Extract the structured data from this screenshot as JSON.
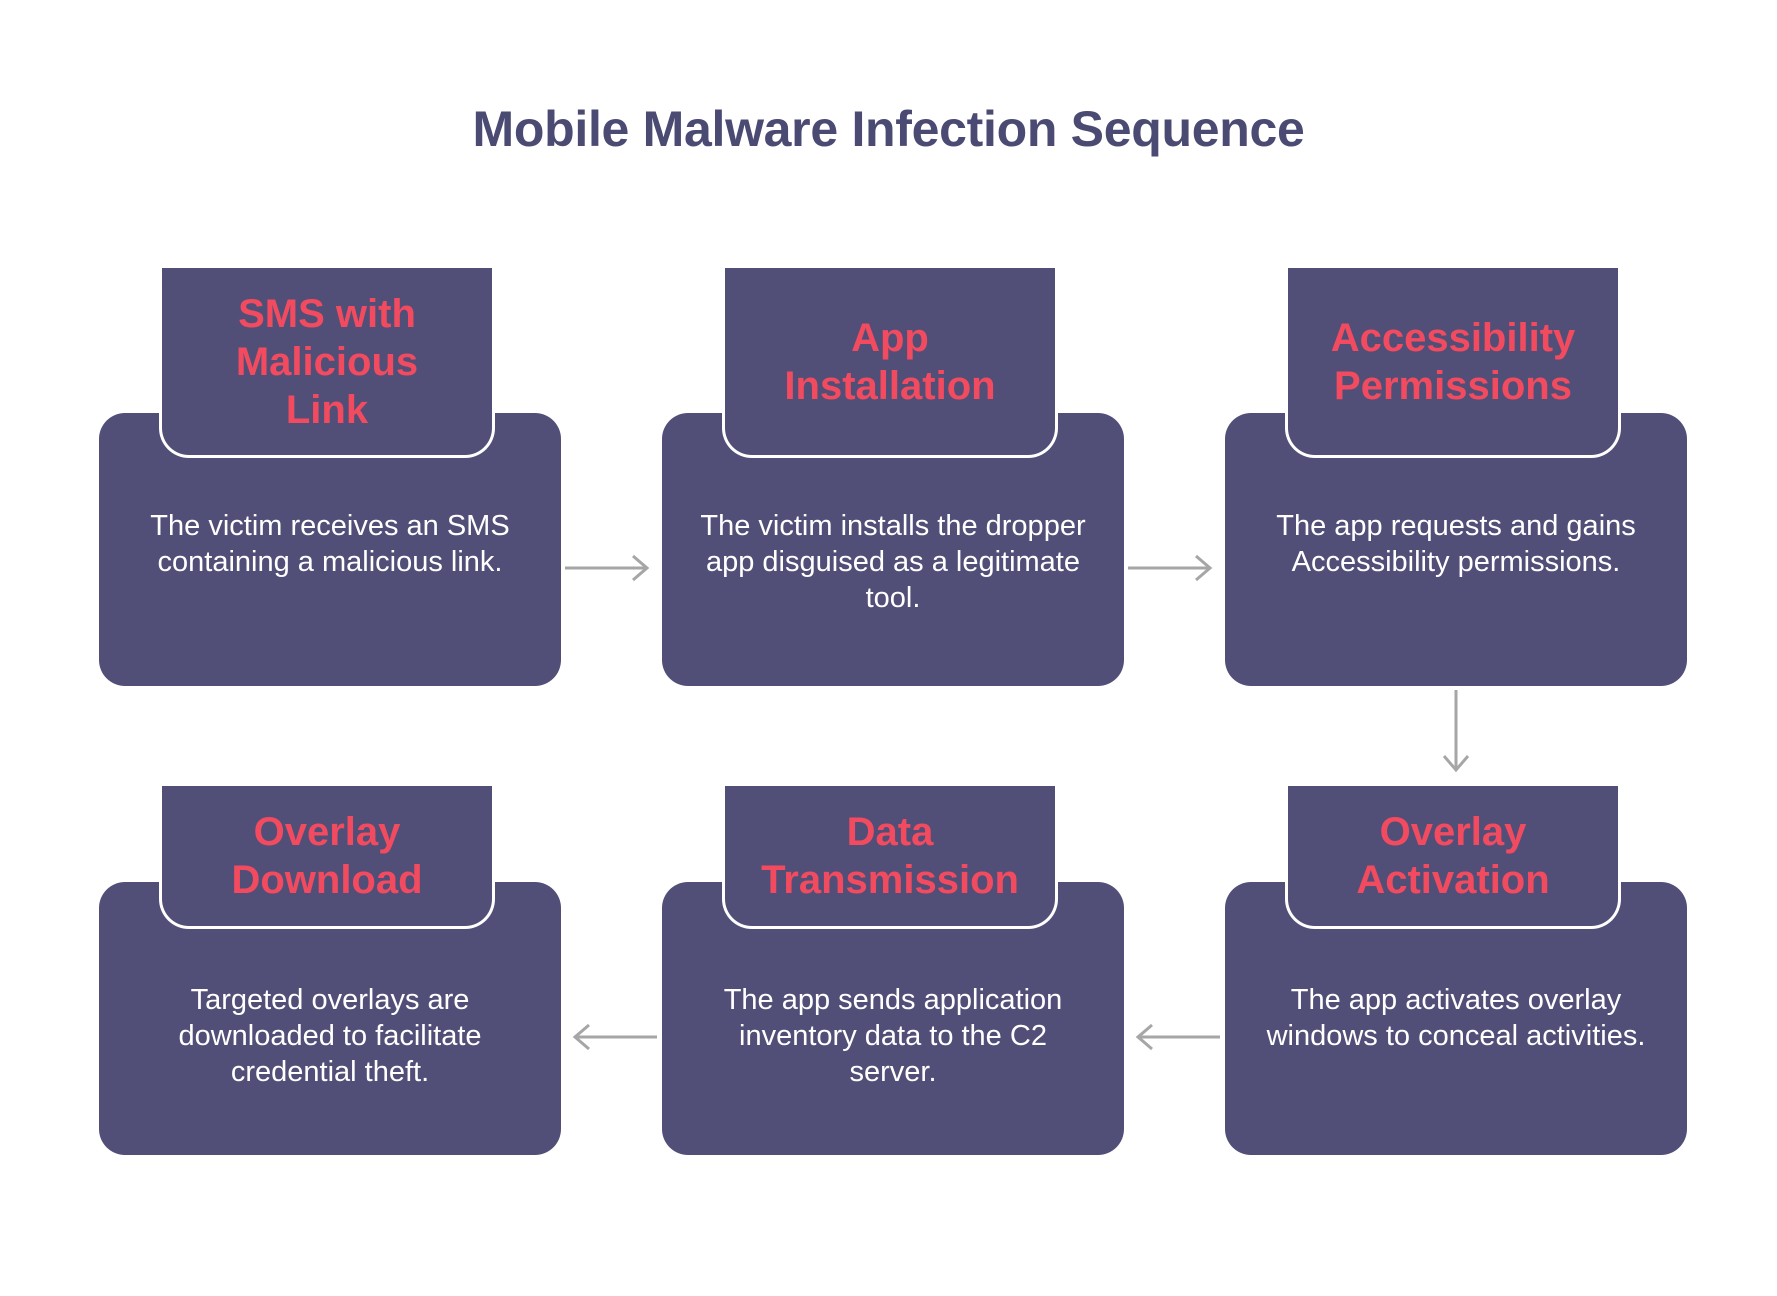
{
  "title": "Mobile Malware Infection Sequence",
  "colors": {
    "card": "#514f78",
    "step_title": "#f24b5f",
    "description": "#ffffff",
    "heading": "#4a4a72",
    "arrow": "#a6a6a6"
  },
  "steps": [
    {
      "title": "SMS with Malicious Link",
      "description": "The victim receives an SMS containing a malicious link."
    },
    {
      "title": "App Installation",
      "description": "The victim installs the dropper app disguised as a legitimate tool."
    },
    {
      "title": "Accessibility Permissions",
      "description": "The app requests and gains Accessibility permissions."
    },
    {
      "title": "Overlay Activation",
      "description": "The app activates overlay windows to conceal activities."
    },
    {
      "title": "Data Transmission",
      "description": "The app sends application inventory data to the C2 server."
    },
    {
      "title": "Overlay Download",
      "description": "Targeted overlays are downloaded to facilitate credential theft."
    }
  ],
  "connections": [
    {
      "from": 0,
      "to": 1,
      "direction": "right"
    },
    {
      "from": 1,
      "to": 2,
      "direction": "right"
    },
    {
      "from": 2,
      "to": 3,
      "direction": "down"
    },
    {
      "from": 3,
      "to": 4,
      "direction": "left"
    },
    {
      "from": 4,
      "to": 5,
      "direction": "left"
    }
  ]
}
